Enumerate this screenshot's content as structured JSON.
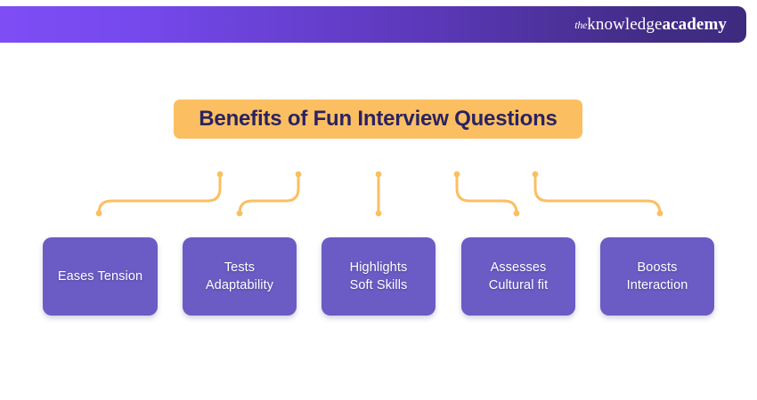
{
  "header": {
    "logo": {
      "the": "the",
      "knowledge": "knowledge",
      "academy": "academy"
    },
    "gradient_start": "#7E4DF5",
    "gradient_end": "#3E2B80"
  },
  "title": {
    "text": "Benefits of Fun Interview Questions",
    "banner_color": "#FBBF62",
    "text_color": "#2B2260"
  },
  "boxes": [
    {
      "label": "Eases Tension"
    },
    {
      "label": "Tests\nAdaptability"
    },
    {
      "label": "Highlights\nSoft Skills"
    },
    {
      "label": "Assesses\nCultural fit"
    },
    {
      "label": "Boosts\nInteraction"
    }
  ],
  "box_style": {
    "fill": "#6B5BC4",
    "text_color": "#FFFFFF"
  },
  "connectors": {
    "color": "#FBBF62",
    "items": [
      {
        "name": "connector-eases-tension",
        "shape": "elbow-left"
      },
      {
        "name": "connector-tests-adaptability",
        "shape": "elbow-left-short"
      },
      {
        "name": "connector-highlights-soft-skills",
        "shape": "straight"
      },
      {
        "name": "connector-assesses-cultural-fit",
        "shape": "elbow-right-short"
      },
      {
        "name": "connector-boosts-interaction",
        "shape": "elbow-right"
      }
    ]
  }
}
